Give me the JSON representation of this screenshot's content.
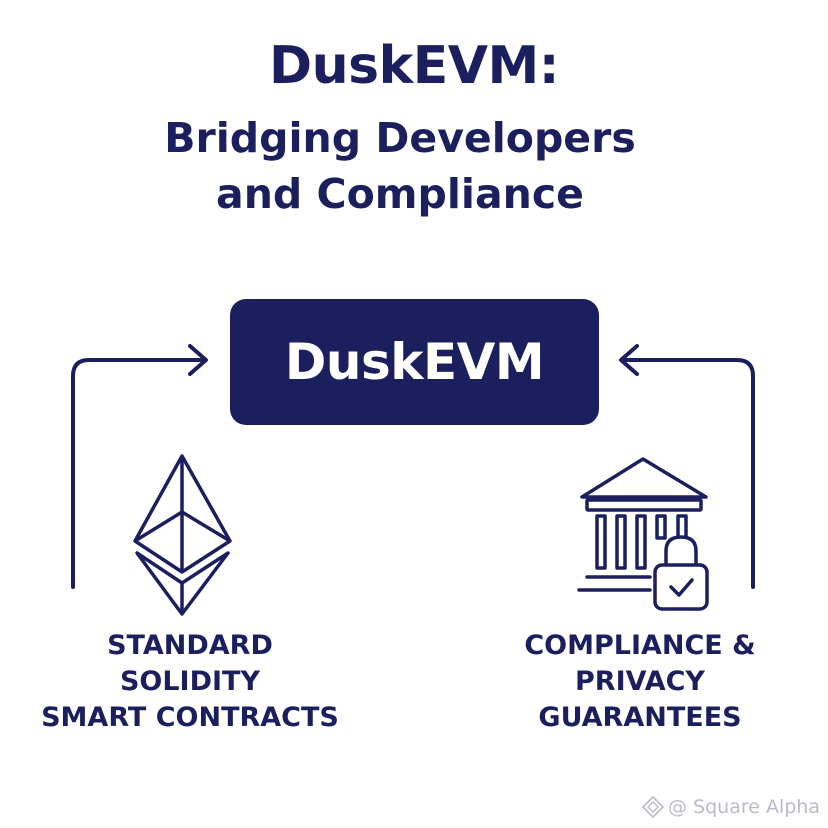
{
  "title": {
    "main": "DuskEVM:",
    "sub_line1": "Bridging Developers",
    "sub_line2": "and Compliance"
  },
  "center": {
    "label": "DuskEVM"
  },
  "left": {
    "icon": "ethereum-icon",
    "caption": [
      "STANDARD",
      "SOLIDITY",
      "SMART CONTRACTS"
    ]
  },
  "right": {
    "icon": "bank-lock-icon",
    "caption": [
      "COMPLIANCE &",
      "PRIVACY",
      "GUARANTEES"
    ]
  },
  "watermark": {
    "text": "@ Square Alpha"
  },
  "colors": {
    "navy": "#1c1f5e",
    "white": "#ffffff",
    "watermark": "#b9bcc4"
  }
}
